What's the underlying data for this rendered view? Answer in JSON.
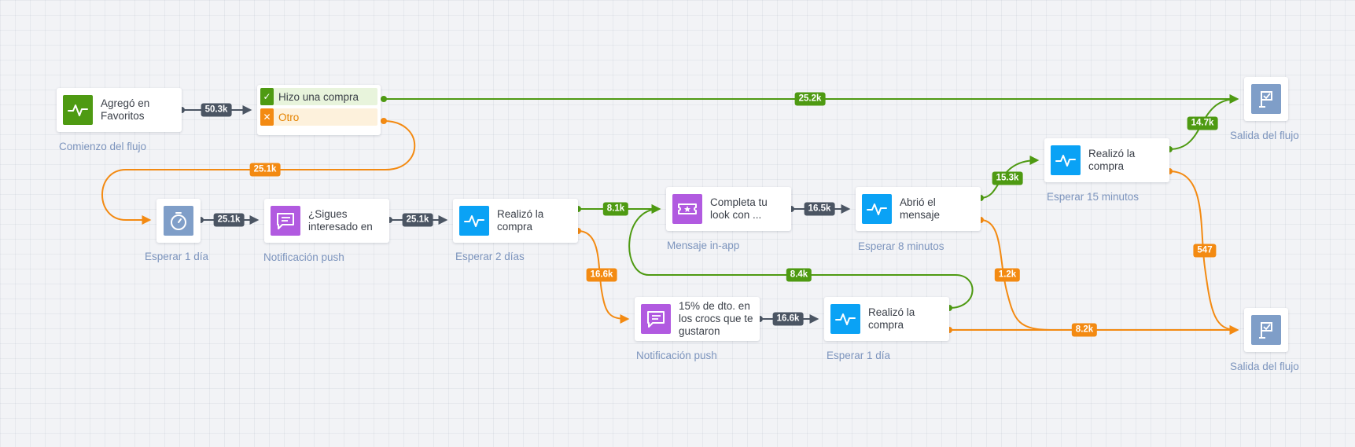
{
  "nodes": {
    "start": {
      "label": "Agregó en Favoritos",
      "caption": "Comienzo del flujo",
      "icon": "activity-icon"
    },
    "split": {
      "yes_label": "Hizo una compra",
      "no_label": "Otro"
    },
    "wait1": {
      "caption": "Esperar 1 día",
      "icon": "timer-icon"
    },
    "push1": {
      "label": "¿Sigues interesado en",
      "caption": "Notificación push",
      "icon": "message-icon"
    },
    "check1": {
      "label": "Realizó la compra",
      "caption": "Esperar 2 días",
      "icon": "activity-icon"
    },
    "inapp": {
      "label": "Completa tu look con ...",
      "caption": "Mensaje in-app",
      "icon": "ticket-icon"
    },
    "opened": {
      "label": "Abrió el mensaje",
      "caption": "Esperar 8 minutos",
      "icon": "activity-icon"
    },
    "check3": {
      "label": "Realizó la compra",
      "caption": "Esperar 15 minutos",
      "icon": "activity-icon"
    },
    "push2": {
      "label": "15% de dto. en los crocs que te gustaron",
      "caption": "Notificación push",
      "icon": "message-icon"
    },
    "check2": {
      "label": "Realizó la compra",
      "caption": "Esperar 1 día",
      "icon": "activity-icon"
    },
    "exit1": {
      "caption": "Salida del flujo",
      "icon": "exit-flag-icon"
    },
    "exit2": {
      "caption": "Salida del flujo",
      "icon": "exit-flag-icon"
    }
  },
  "counts": {
    "start_to_split": "50.3k",
    "split_yes_to_exit": "25.2k",
    "split_other": "25.1k",
    "wait_to_push": "25.1k",
    "push_to_check": "25.1k",
    "check_yes": "8.1k",
    "check_no": "16.6k",
    "inapp_to_opened": "16.5k",
    "opened_yes": "15.3k",
    "check3_yes": "14.7k",
    "check3_no": "547",
    "opened_no": "1.2k",
    "push2_to_check2": "16.6k",
    "check2_yes": "8.4k",
    "check2_no": "8.2k"
  },
  "colors": {
    "green": "#4e9a12",
    "orange": "#f38a12",
    "gray": "#4b5563",
    "blue_icon": "#0aa2f5",
    "purple_icon": "#b15ae0",
    "slate_icon": "#7f9ec8",
    "caption": "#7c94bd"
  }
}
